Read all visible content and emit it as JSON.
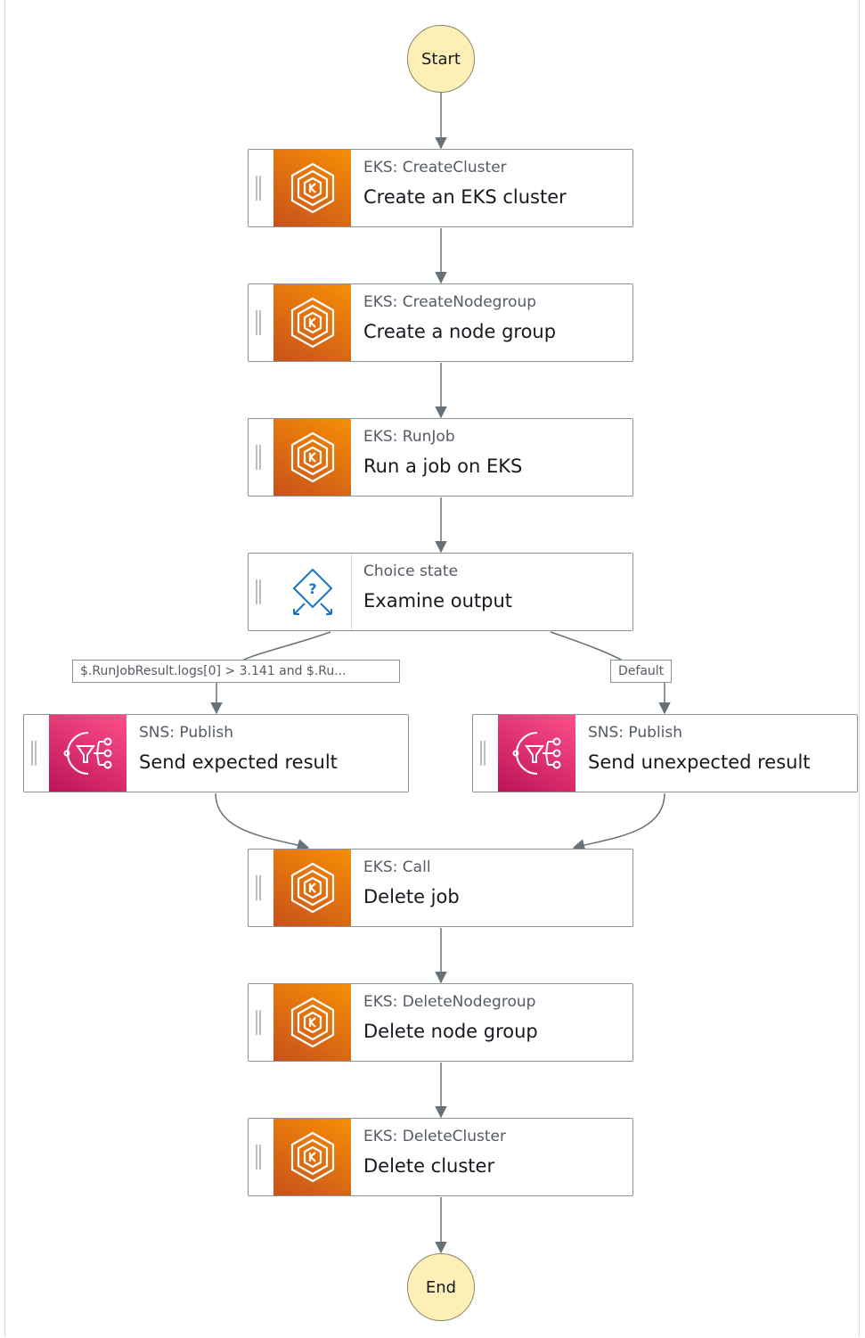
{
  "start_label": "Start",
  "end_label": "End",
  "states": {
    "create_cluster": {
      "type": "EKS: CreateCluster",
      "name": "Create an EKS cluster",
      "icon": "eks-icon"
    },
    "create_nodegroup": {
      "type": "EKS: CreateNodegroup",
      "name": "Create a node group",
      "icon": "eks-icon"
    },
    "run_job": {
      "type": "EKS: RunJob",
      "name": "Run a job on EKS",
      "icon": "eks-icon"
    },
    "choice": {
      "type": "Choice state",
      "name": "Examine output",
      "icon": "choice-icon"
    },
    "send_expected": {
      "type": "SNS: Publish",
      "name": "Send expected result",
      "icon": "sns-icon"
    },
    "send_unexpected": {
      "type": "SNS: Publish",
      "name": "Send unexpected result",
      "icon": "sns-icon"
    },
    "delete_job": {
      "type": "EKS: Call",
      "name": "Delete job",
      "icon": "eks-icon"
    },
    "delete_nodegroup": {
      "type": "EKS: DeleteNodegroup",
      "name": "Delete node group",
      "icon": "eks-icon"
    },
    "delete_cluster": {
      "type": "EKS: DeleteCluster",
      "name": "Delete cluster",
      "icon": "eks-icon"
    }
  },
  "choice_rules": {
    "expected_condition": "$.RunJobResult.logs[0] > 3.141 and $.Ru...",
    "default_label": "Default"
  },
  "colors": {
    "eks_tile": "#e7700d",
    "sns_tile": "#e7157b",
    "terminal_fill": "#fdf0b7",
    "edge": "#687078",
    "border": "#879596"
  }
}
